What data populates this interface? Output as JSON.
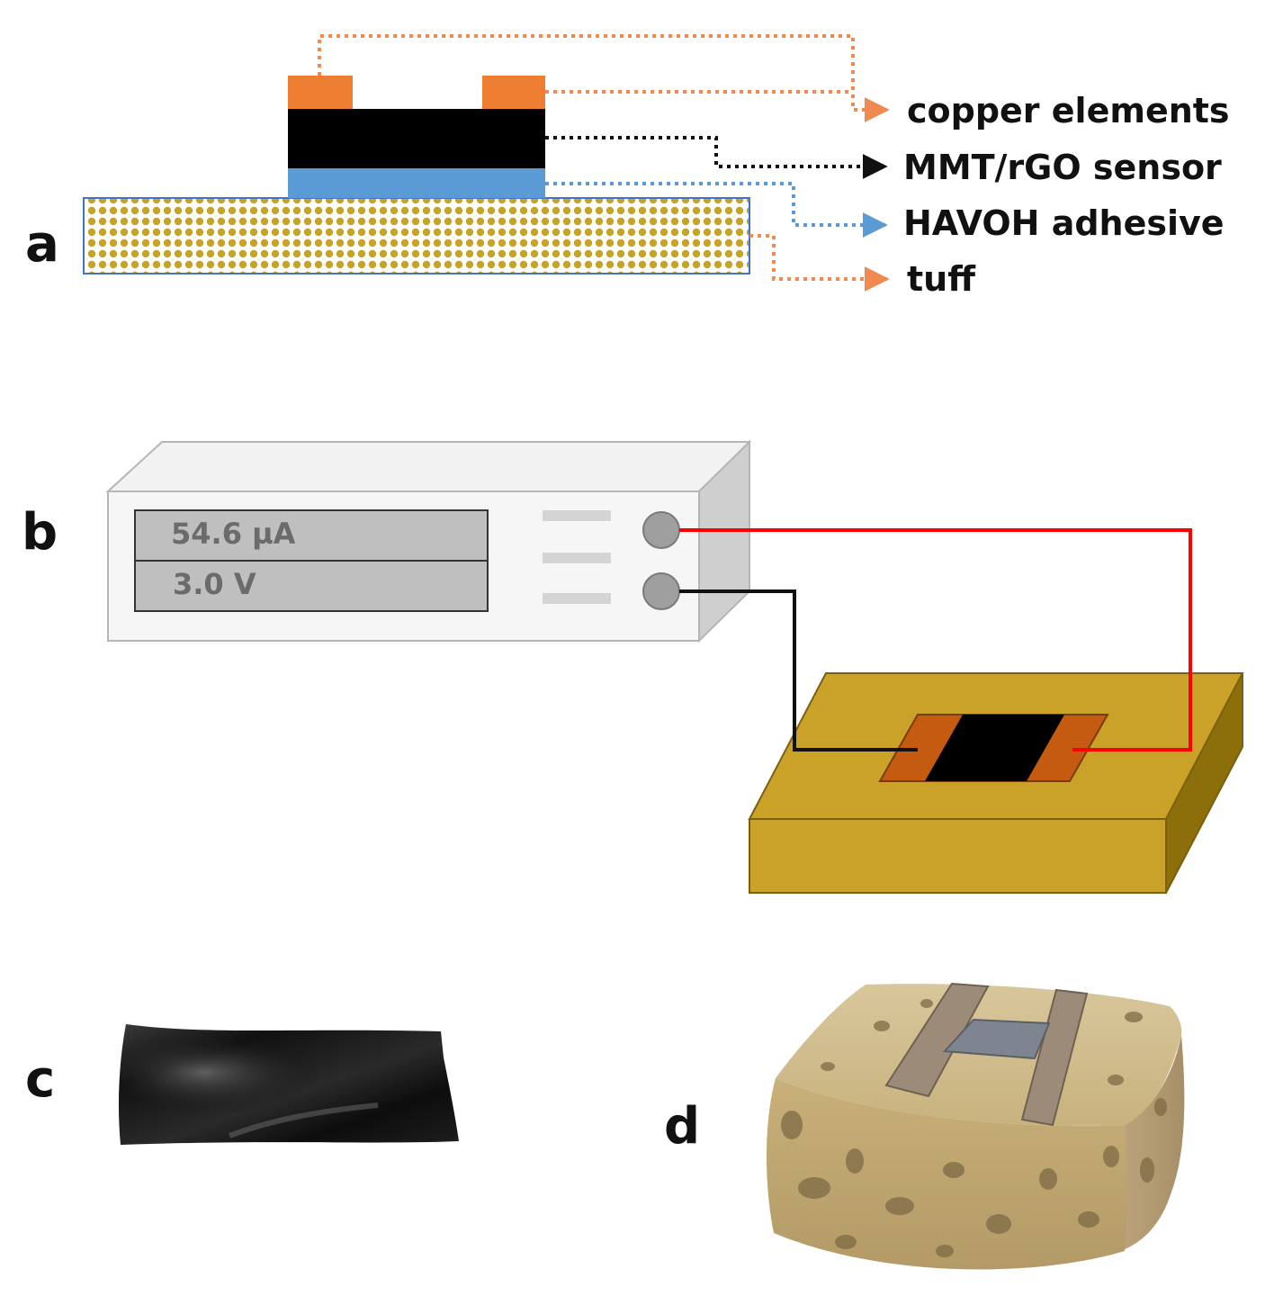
{
  "panels": {
    "a": {
      "label": "a",
      "layers": [
        {
          "name": "copper elements",
          "color": "#ED7D31",
          "leader_color": "#F08A50"
        },
        {
          "name": "MMT/rGO sensor",
          "color": "#000000",
          "leader_color": "#111111"
        },
        {
          "name": "HAVOH adhesive",
          "color": "#5B9BD5",
          "leader_color": "#5B9BD5"
        },
        {
          "name": "tuff",
          "color": "#C9A227",
          "leader_color": "#F08A50"
        }
      ]
    },
    "b": {
      "label": "b",
      "display_current": "54.6 µA",
      "display_voltage": "3.0 V",
      "wire_colors": {
        "positive": "#FF0000",
        "negative": "#111111"
      },
      "block_color": "#C9A227"
    },
    "c": {
      "label": "c"
    },
    "d": {
      "label": "d"
    }
  }
}
